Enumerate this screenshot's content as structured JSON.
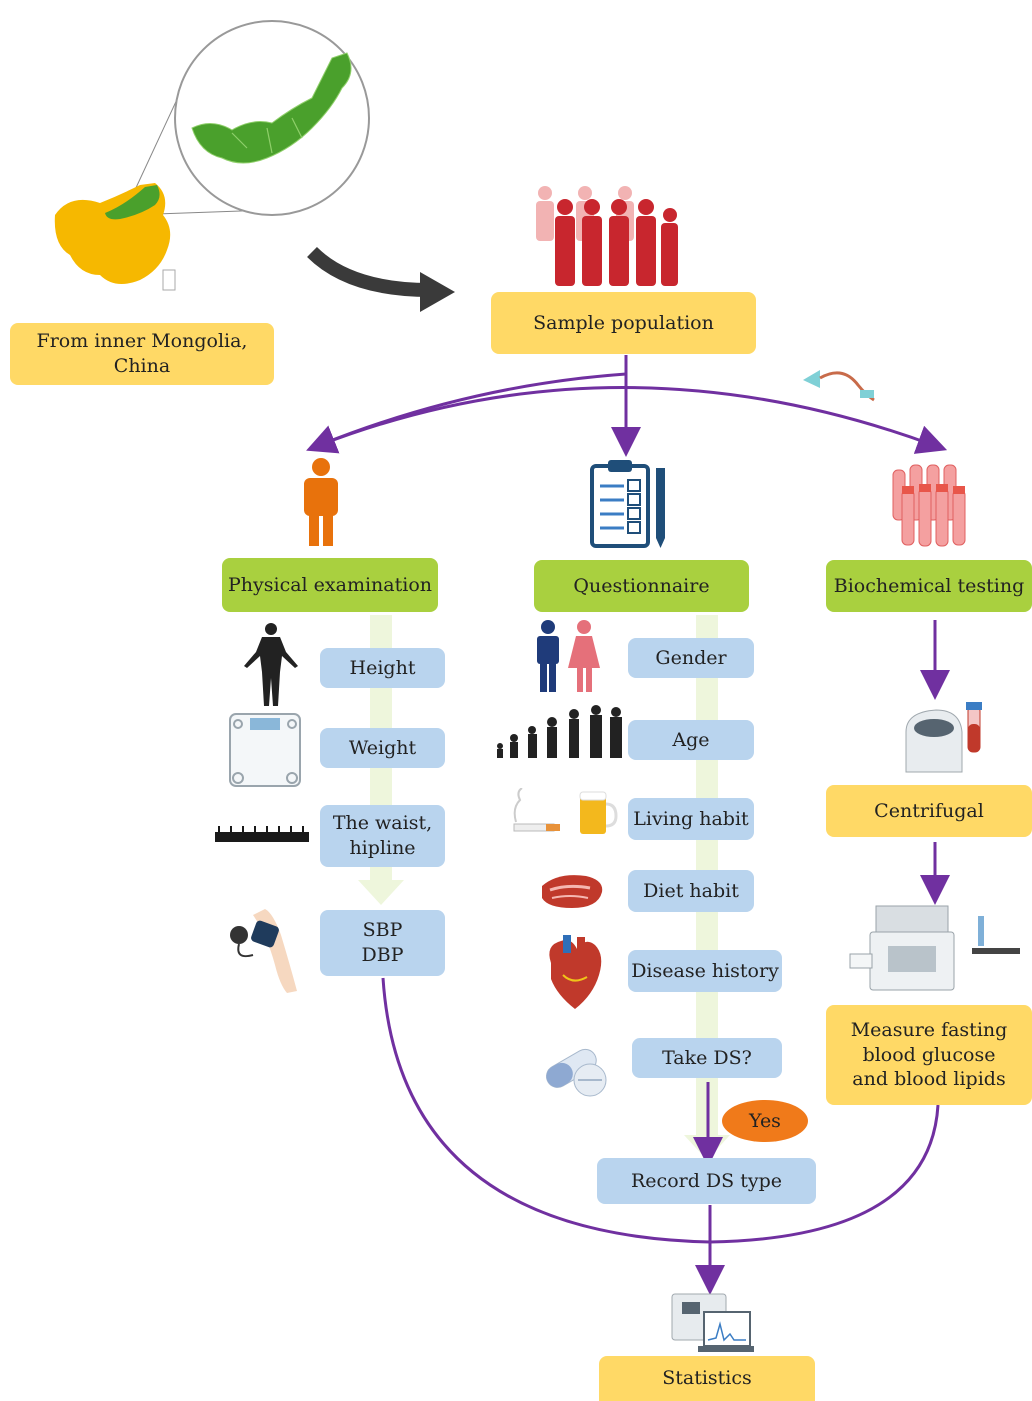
{
  "origin": {
    "label": "From inner Mongolia, China"
  },
  "sample": {
    "label": "Sample population"
  },
  "branches": {
    "physical": {
      "label": "Physical examination"
    },
    "questionnaire": {
      "label": "Questionnaire"
    },
    "biochemical": {
      "label": "Biochemical testing"
    }
  },
  "physical_items": [
    {
      "label": "Height",
      "icon": "body-silhouette-icon"
    },
    {
      "label": "Weight",
      "icon": "scale-icon"
    },
    {
      "label": "The waist, hipline",
      "icon": "tape-measure-icon"
    },
    {
      "label": "SBP\nDBP",
      "icon": "blood-pressure-cuff-icon"
    }
  ],
  "questionnaire_items": [
    {
      "label": "Gender",
      "icon": "male-female-icon"
    },
    {
      "label": "Age",
      "icon": "age-progression-icon"
    },
    {
      "label": "Living habit",
      "icon": "cigarette-beer-icon"
    },
    {
      "label": "Diet habit",
      "icon": "steak-icon"
    },
    {
      "label": "Disease history",
      "icon": "heart-icon"
    },
    {
      "label": "Take DS?",
      "icon": "pills-icon"
    }
  ],
  "yes": {
    "label": "Yes"
  },
  "record": {
    "label": "Record DS type"
  },
  "biochem_steps": {
    "centrifugal": {
      "label": "Centrifugal"
    },
    "measure": {
      "label": "Measure fasting blood glucose and blood lipids"
    }
  },
  "statistics": {
    "label": "Statistics"
  },
  "colors": {
    "yellow": "#ffd966",
    "green": "#a9d03f",
    "blue": "#b9d4ee",
    "arrow": "#7030a0",
    "orange": "#f07a1a"
  }
}
